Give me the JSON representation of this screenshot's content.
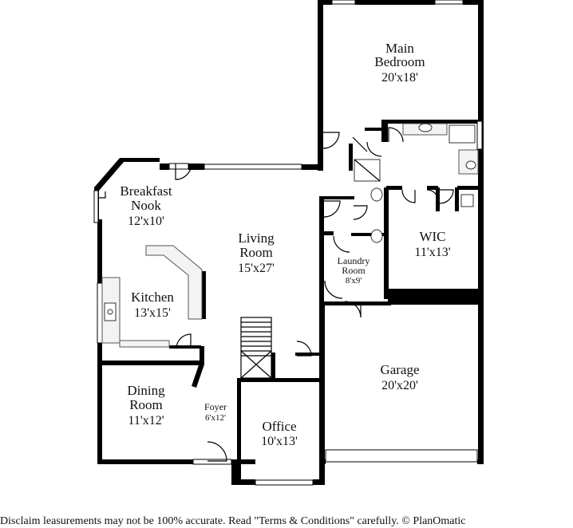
{
  "rooms": {
    "main_bedroom": {
      "name_1": "Main",
      "name_2": "Bedroom",
      "dims": "20'x18'"
    },
    "breakfast_nook": {
      "name_1": "Breakfast",
      "name_2": "Nook",
      "dims": "12'x10'"
    },
    "living_room": {
      "name_1": "Living",
      "name_2": "Room",
      "dims": "15'x27'"
    },
    "wic": {
      "name": "WIC",
      "dims": "11'x13'"
    },
    "laundry_room": {
      "name_1": "Laundry",
      "name_2": "Room",
      "dims": "8'x9'"
    },
    "kitchen": {
      "name": "Kitchen",
      "dims": "13'x15'"
    },
    "garage": {
      "name": "Garage",
      "dims": "20'x20'"
    },
    "dining_room": {
      "name_1": "Dining",
      "name_2": "Room",
      "dims": "11'x12'"
    },
    "foyer": {
      "name": "Foyer",
      "dims": "6'x12'"
    },
    "office": {
      "name": "Office",
      "dims": "10'x13'"
    }
  },
  "disclaimer": "Disclaim     leasurements may not be 100% accurate. Read \"Terms & Conditions\" carefully. © PlanOmatic"
}
